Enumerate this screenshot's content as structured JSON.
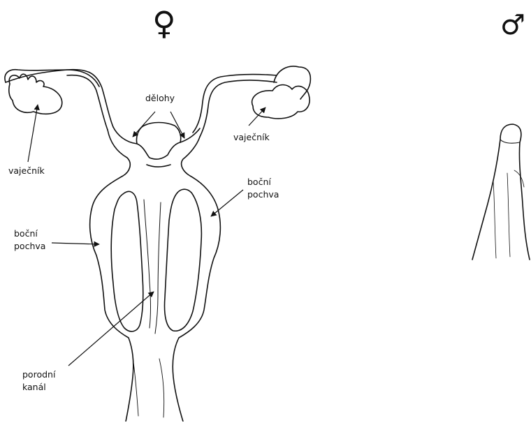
{
  "symbols": {
    "female": "♀",
    "male": "♂"
  },
  "labels": {
    "uteri": "dělohy",
    "ovary_right": "vaječník",
    "ovary_left": "vaječník",
    "lateral_vagina_right_line1": "boční",
    "lateral_vagina_right_line2": "pochva",
    "lateral_vagina_left_line1": "boční",
    "lateral_vagina_left_line2": "pochva",
    "birth_canal_line1": "porodní",
    "birth_canal_line2": "kanál"
  },
  "colors": {
    "ink": "#111111",
    "background": "#ffffff"
  }
}
